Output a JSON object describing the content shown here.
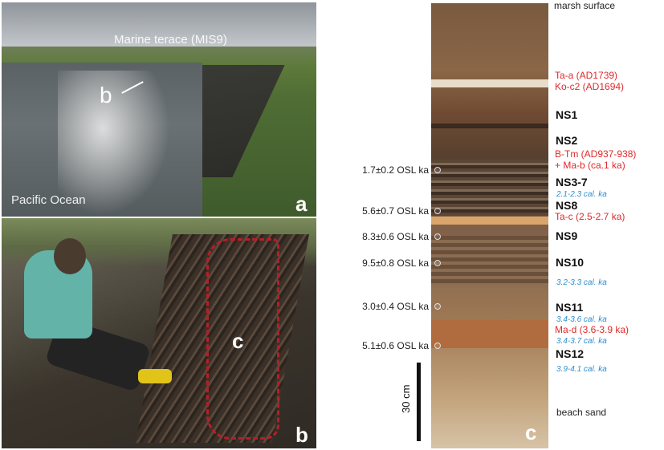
{
  "figure": {
    "panel_a": {
      "letter": "a",
      "terrace_label": "Marine terace (MIS9)",
      "pointer_letter": "b",
      "ocean_label": "Pacific Ocean"
    },
    "panel_b": {
      "letter": "b",
      "pointer_letter": "c"
    },
    "panel_c": {
      "letter": "c",
      "top_label": "marsh surface",
      "bottom_label": "beach sand",
      "scale_label": "30 cm",
      "tephra_top_1": "Ta-a (AD1739)",
      "tephra_top_2": "Ko-c2 (AD1694)",
      "units": [
        {
          "name": "NS1"
        },
        {
          "name": "NS2",
          "tephra_1": "B-Tm (AD937-938)",
          "tephra_2": "+ Ma-b (ca.1 ka)"
        },
        {
          "name": "NS3-7",
          "cal": "2.1-2.3 cal. ka"
        },
        {
          "name": "NS8",
          "tephra_1": "Ta-c (2.5-2.7 ka)"
        },
        {
          "name": "NS9"
        },
        {
          "name": "NS10",
          "cal": "3.2-3.3 cal. ka"
        },
        {
          "name": "NS11",
          "cal": "3.4-3.6 cal. ka",
          "tephra_1": "Ma-d (3.6-3.9 ka)",
          "cal_2": "3.4-3.7 cal. ka"
        },
        {
          "name": "NS12",
          "cal": "3.9-4.1 cal. ka"
        }
      ],
      "osl": [
        "1.7±0.2 OSL ka",
        "5.6±0.7 OSL ka",
        "8.3±0.6 OSL ka",
        "9.5±0.8 OSL ka",
        "3.0±0.4 OSL ka",
        "5.1±0.6 OSL ka"
      ]
    }
  }
}
